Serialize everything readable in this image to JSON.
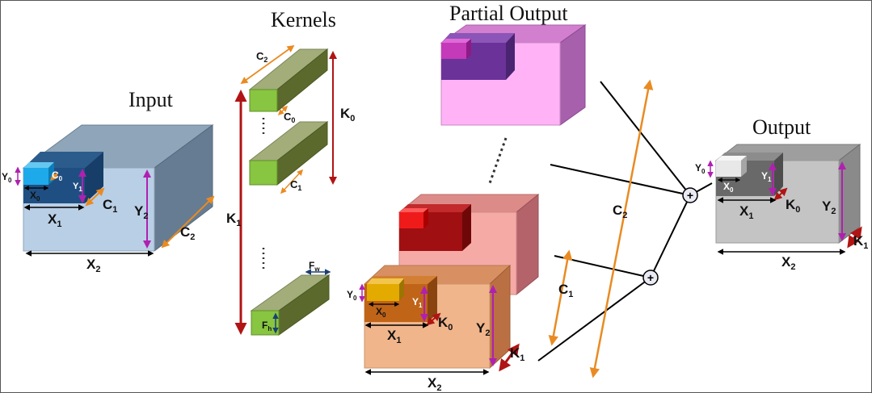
{
  "titles": {
    "input": "Input",
    "kernels": "Kernels",
    "partial_output": "Partial Output",
    "output": "Output"
  },
  "labels": {
    "input": {
      "x0": "X",
      "x0_sub": "0",
      "y0": "Y",
      "y0_sub": "0",
      "c0": "C",
      "c0_sub": "0",
      "y1": "Y",
      "y1_sub": "1",
      "c1": "C",
      "c1_sub": "1",
      "x1": "X",
      "x1_sub": "1",
      "y2": "Y",
      "y2_sub": "2",
      "c2": "C",
      "c2_sub": "2",
      "x2": "X",
      "x2_sub": "2"
    },
    "kernels": {
      "c2": "C",
      "c2_sub": "2",
      "c0": "C",
      "c0_sub": "0",
      "k0": "K",
      "k0_sub": "0",
      "c1": "C",
      "c1_sub": "1",
      "k1": "K",
      "k1_sub": "1",
      "fw": "F",
      "fw_sub": "w",
      "fh": "F",
      "fh_sub": "h"
    },
    "partial": {
      "y0": "Y",
      "y0_sub": "0",
      "x0": "X",
      "x0_sub": "0",
      "y1": "Y",
      "y1_sub": "1",
      "k0": "K",
      "k0_sub": "0",
      "x1": "X",
      "x1_sub": "1",
      "y2": "Y",
      "y2_sub": "2",
      "k1": "K",
      "k1_sub": "1",
      "x2": "X",
      "x2_sub": "2",
      "c1": "C",
      "c1_sub": "1",
      "c2": "C",
      "c2_sub": "2"
    },
    "output": {
      "y0": "Y",
      "y0_sub": "0",
      "x0": "X",
      "x0_sub": "0",
      "y1": "Y",
      "y1_sub": "1",
      "k0": "K",
      "k0_sub": "0",
      "x1": "X",
      "x1_sub": "1",
      "y2": "Y",
      "y2_sub": "2",
      "k1": "K",
      "k1_sub": "1",
      "x2": "X",
      "x2_sub": "2"
    },
    "plus": "+"
  },
  "colors": {
    "input_front": "#b9cfe6",
    "input_top": "#8fa5ba",
    "input_side": "#667c92",
    "input_sub": "#1f4f82",
    "input_subblock": "#1ea9ea",
    "kernel_front": "#88c540",
    "kernel_top": "#a2ad7a",
    "kernel_side": "#5b6a2c",
    "partial_top_front": "#ffb3f6",
    "partial_top_sub": "#6b3399",
    "partial_top_block": "#c43ab8",
    "partial_mid_front": "#f6aaa6",
    "partial_mid_sub": "#a00f12",
    "partial_mid_block": "#ef1b1b",
    "partial_low_front": "#f0b58b",
    "partial_low_sub": "#c06418",
    "partial_low_block": "#e3aa00",
    "output_front": "#c4c4c4",
    "output_sub": "#696969",
    "output_block": "#e8e8e8",
    "orange": "#e98b22",
    "purple": "#b020b0",
    "darkred": "#b01414",
    "navy": "#1c3f72",
    "black": "#000000"
  }
}
